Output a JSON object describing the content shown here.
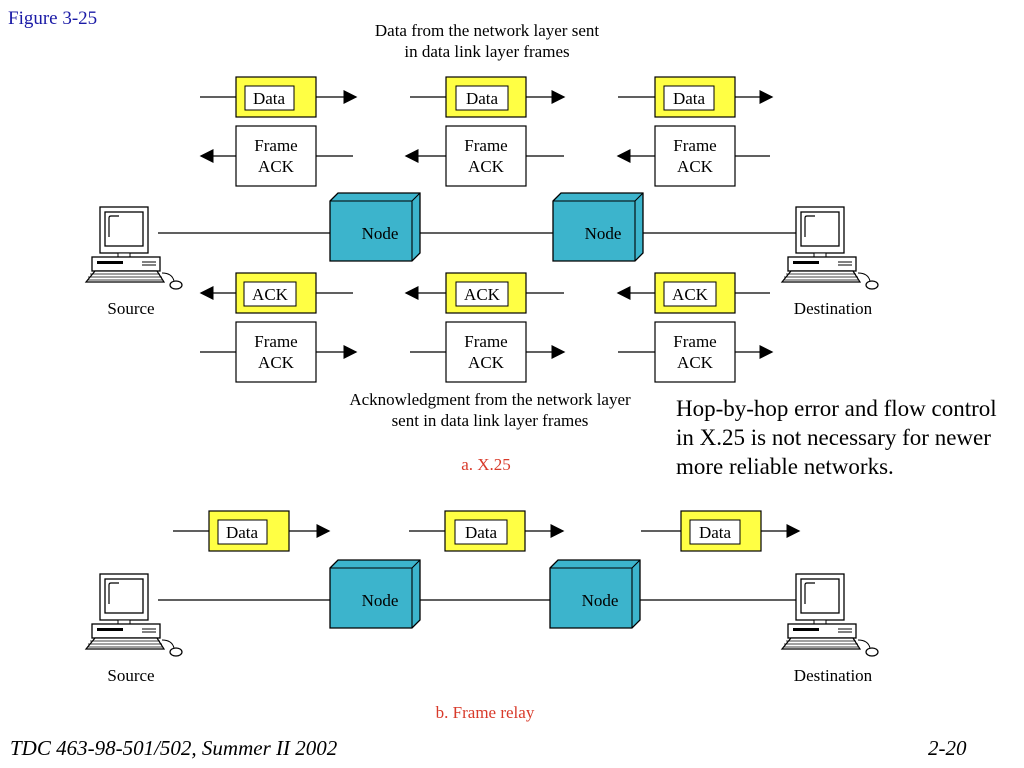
{
  "figure_label": "Figure 3-25",
  "x25": {
    "top_caption": [
      "Data from the network layer sent",
      "in data link layer frames"
    ],
    "bottom_caption": [
      "Acknowledgment from the network layer",
      "sent in data link layer frames"
    ],
    "label": "a. X.25",
    "data_label": "Data",
    "frame_ack_label": [
      "Frame",
      "ACK"
    ],
    "ack_label": "ACK",
    "node_label": "Node",
    "source_label": "Source",
    "destination_label": "Destination"
  },
  "frame_relay": {
    "label": "b. Frame relay",
    "data_label": "Data",
    "node_label": "Node",
    "source_label": "Source",
    "destination_label": "Destination"
  },
  "note": "Hop-by-hop error and flow control in X.25 is not necessary for newer more reliable networks.",
  "footer": {
    "left": "TDC 463-98-501/502, Summer II 2002",
    "right": "2-20"
  },
  "colors": {
    "node": "#3cb4cc",
    "data_box": "#ffff44",
    "caption_red": "#d83a2a",
    "figure_blue": "#1a1aa6"
  },
  "icons": [
    "computer-icon",
    "node-cube-icon",
    "arrow-icon"
  ]
}
